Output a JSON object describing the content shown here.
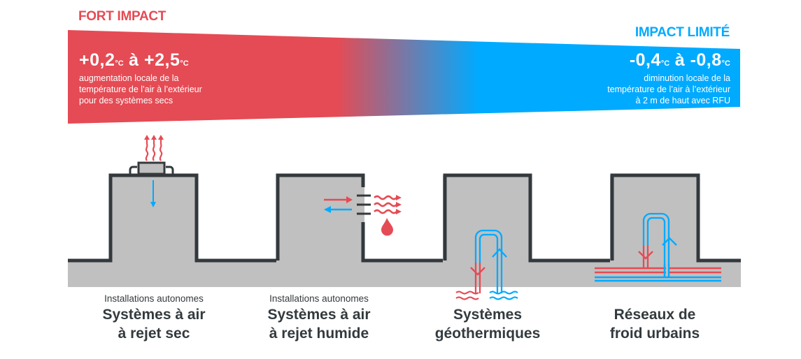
{
  "colors": {
    "hot": "#e54b54",
    "cold": "#00aaff",
    "outline": "#33393c",
    "fill": "#c0c0c0",
    "text": "#333a3e"
  },
  "high_impact": {
    "title": "FORT IMPACT",
    "range_from": "+0,2",
    "range_to": "+2,5",
    "unit": "°C",
    "connector": "à",
    "description_lines": [
      "augmentation locale de la",
      "température de l’air à l’extérieur",
      "pour des systèmes secs"
    ]
  },
  "low_impact": {
    "title": "IMPACT LIMITÉ",
    "range_from": "-0,4",
    "range_to": "-0,8",
    "unit": "°C",
    "connector": "à",
    "description_lines": [
      "diminution locale de la",
      "température de l’air à l’extérieur",
      "à 2 m de haut avec RFU"
    ]
  },
  "systems": [
    {
      "subtitle": "Installations autonomes",
      "title_lines": [
        "Systèmes à air",
        "à rejet sec"
      ],
      "icon": "dry-heat-rejection-icon"
    },
    {
      "subtitle": "Installations autonomes",
      "title_lines": [
        "Systèmes à air",
        "à rejet humide"
      ],
      "icon": "wet-heat-rejection-icon"
    },
    {
      "subtitle": "",
      "title_lines": [
        "Systèmes",
        "géothermiques"
      ],
      "icon": "geothermal-loop-icon"
    },
    {
      "subtitle": "",
      "title_lines": [
        "Réseaux de",
        "froid urbains"
      ],
      "icon": "district-cooling-network-icon"
    }
  ]
}
